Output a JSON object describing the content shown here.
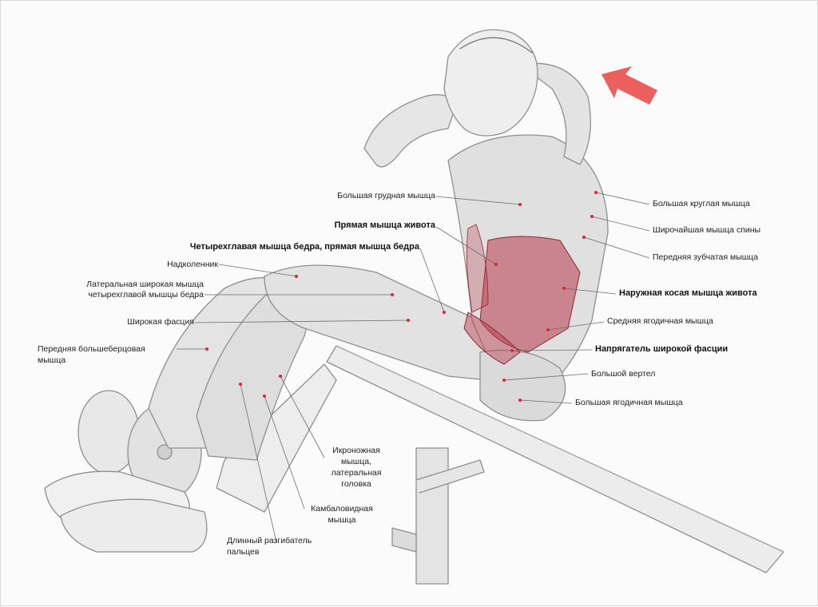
{
  "colors": {
    "muscle_highlight": "#b8384a",
    "arrow": "#e8433f",
    "sketch": "#8f8f8f",
    "leader": "#6d6d6d"
  },
  "icons": {
    "direction_arrow": "arrow-icon"
  },
  "labels": {
    "pectoralis_major": "Большая грудная мышца",
    "rectus_abdominis": "Прямая мышца живота",
    "quadriceps_rectus_femoris": "Четырехглавая мышца бедра, прямая мышца бедра",
    "patella": "Надколенник",
    "vastus_lateralis_1": "Латеральная широкая мышца",
    "vastus_lateralis_2": "четырехглавой мышцы бедра",
    "fascia_lata": "Широкая фасция",
    "tibialis_anterior_1": "Передняя большеберцовая",
    "tibialis_anterior_2": "мышца",
    "teres_major": "Большая круглая мышца",
    "latissimus_dorsi": "Широчайшая мышца спины",
    "serratus_anterior": "Передняя зубчатая мышца",
    "external_oblique": "Наружная косая мышца живота",
    "gluteus_medius": "Средняя ягодичная мышца",
    "tensor_fasciae_latae": "Напрягатель широкой фасции",
    "greater_trochanter": "Большой вертел",
    "gluteus_maximus": "Большая ягодичная мышца",
    "gastrocnemius_1": "Икроножная",
    "gastrocnemius_2": "мышца,",
    "gastrocnemius_3": "латеральная",
    "gastrocnemius_4": "головка",
    "soleus_1": "Камбаловидная",
    "soleus_2": "мышца",
    "extensor_digitorum_1": "Длинный разгибатель",
    "extensor_digitorum_2": "пальцев"
  }
}
